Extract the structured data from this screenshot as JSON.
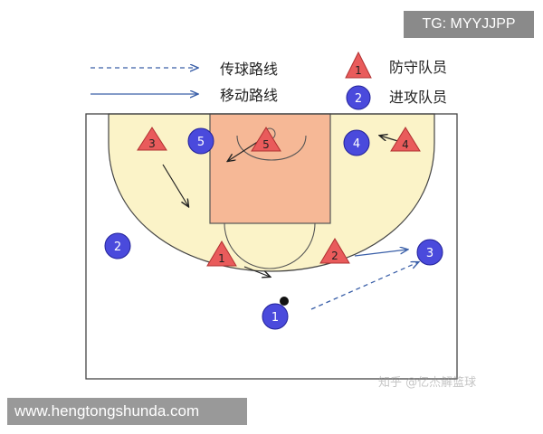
{
  "watermark_badge": "TG: MYYJJPP",
  "url_banner": "www.hengtongshunda.com",
  "zhihu_watermark": "知乎 @亿杰解篮球",
  "legend": {
    "pass_route": "传球路线",
    "move_route": "移动路线",
    "defender": "防守队员",
    "attacker": "进攻队员",
    "defender_symbol": "1",
    "attacker_symbol": "2"
  },
  "defenders": [
    {
      "id": "d1",
      "label": "1"
    },
    {
      "id": "d2",
      "label": "2"
    },
    {
      "id": "d3",
      "label": "3"
    },
    {
      "id": "d4",
      "label": "4"
    },
    {
      "id": "d5",
      "label": "5"
    }
  ],
  "attackers": [
    {
      "id": "a1",
      "label": "1"
    },
    {
      "id": "a2",
      "label": "2"
    },
    {
      "id": "a3",
      "label": "3"
    },
    {
      "id": "a4",
      "label": "4"
    },
    {
      "id": "a5",
      "label": "5"
    }
  ],
  "colors": {
    "three_point_area": "#fbf3c8",
    "paint": "#f6b896",
    "defender_fill": "#e95b5b",
    "attacker_fill": "#4a4adc",
    "route": "#3a5fa8"
  }
}
